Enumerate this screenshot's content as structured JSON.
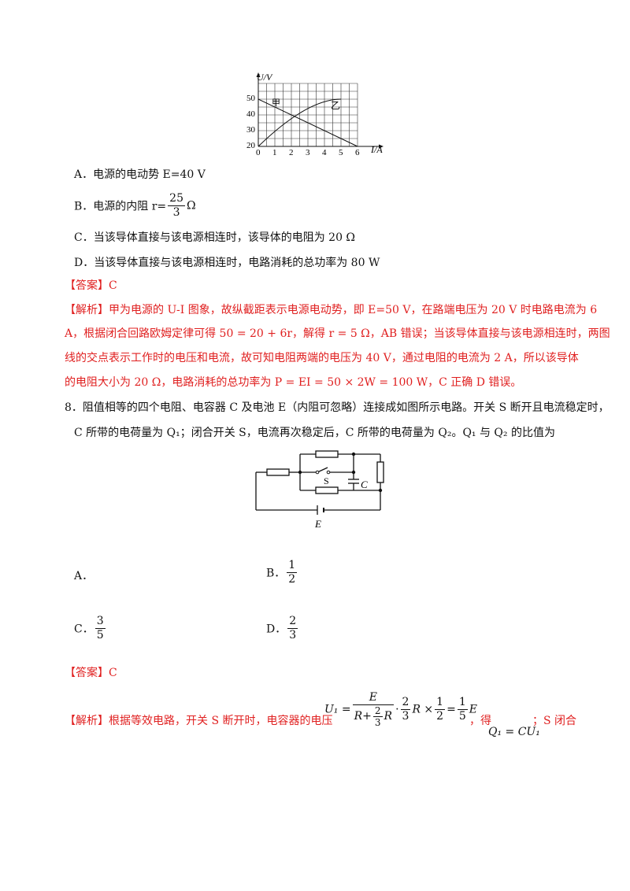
{
  "graph": {
    "y_axis_label": "U/V",
    "x_axis_label": "I/A",
    "y_ticks": [
      "50",
      "40",
      "30",
      "20"
    ],
    "x_ticks": [
      "0",
      "1",
      "2",
      "3",
      "4",
      "5",
      "6"
    ],
    "line_jia_label": "甲",
    "line_yi_label": "乙"
  },
  "q7": {
    "options": {
      "A": "A．电源的电动势 E=40 V",
      "B_prefix": "B．电源的内阻 r=",
      "B_num": "25",
      "B_den": "3",
      "B_suffix": "Ω",
      "C": "C．当该导体直接与该电源相连时，该导体的电阻为 20 Ω",
      "D": "D．当该导体直接与该电源相连时，电路消耗的总功率为 80 W"
    },
    "answer": "【答案】C",
    "analysis": {
      "line1": "【解析】甲为电源的 U-I 图象，故纵截距表示电源电动势，即 E=50 V，在路端电压为 20 V 时电路电流为 6",
      "line2": "A，根据闭合回路欧姆定律可得 50 = 20 + 6r，解得 r = 5 Ω，AB 错误；当该导体直接与该电源相连时，两图",
      "line3": "线的交点表示工作时的电压和电流，故可知电阻两端的电压为 40 V，通过电阻的电流为 2 A，所以该导体",
      "line4": "的电阻大小为 20 Ω，电路消耗的总功率为 P = EI = 50 × 2W = 100 W，C 正确 D 错误。"
    }
  },
  "q8": {
    "stem_line1": "8．阻值相等的四个电阻、电容器 C 及电池 E（内阻可忽略）连接成如图所示电路。开关 S 断开且电流稳定时，",
    "stem_line2": "C 所带的电荷量为 Q₁；闭合开关 S，电流再次稳定后，C 所带的电荷量为 Q₂。Q₁ 与 Q₂ 的比值为",
    "circuit": {
      "switch_label": "S",
      "capacitor_label": "C",
      "battery_label": "E"
    },
    "options": {
      "A": "A．",
      "B_label": "B．",
      "B_num": "1",
      "B_den": "2",
      "C_label": "C．",
      "C_num": "3",
      "C_den": "5",
      "D_label": "D．",
      "D_num": "2",
      "D_den": "3"
    },
    "answer": "【答案】C",
    "analysis": {
      "prefix": "【解析】根据等效电路，开关 S 断开时，电容器的电压",
      "eq_lhs": "U₁ =",
      "eq_num": "E",
      "eq_den_a": "R+",
      "eq_den_frac_num": "2",
      "eq_den_frac_den": "3",
      "eq_den_b": "R",
      "eq_dot": "·",
      "eq_f2_num": "2",
      "eq_f2_den": "3",
      "eq_mid": "R ×",
      "eq_f3_num": "1",
      "eq_f3_den": "2",
      "eq_eq": "=",
      "eq_f4_num": "1",
      "eq_f4_den": "5",
      "eq_end": "E",
      "get": "，得",
      "q1": "Q₁ = CU₁",
      "tail": "；S 闭合"
    }
  }
}
